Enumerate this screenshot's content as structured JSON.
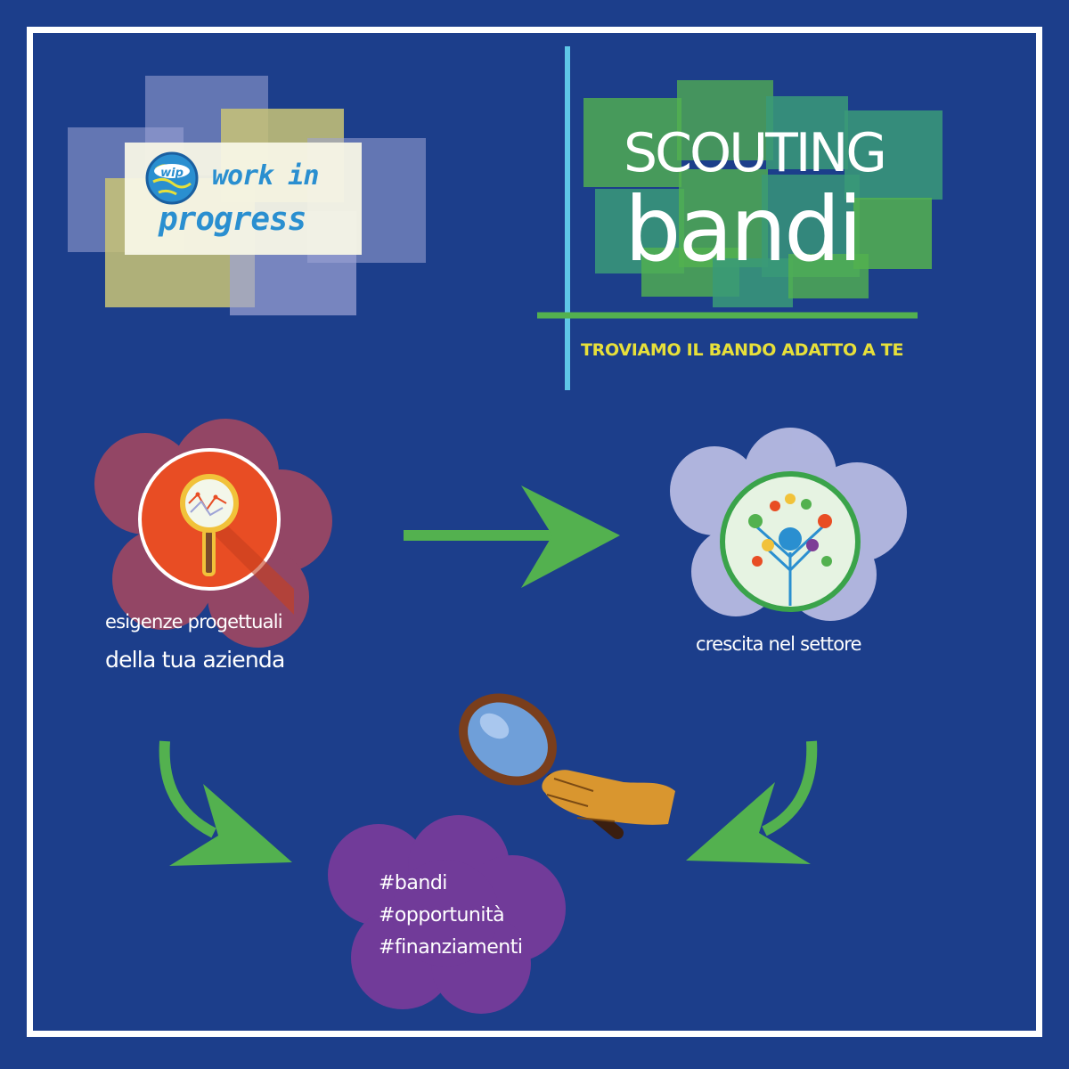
{
  "logo": {
    "line1": "work in",
    "line2": "progress",
    "badge": "wip"
  },
  "headline": {
    "word1": "SCOUTING",
    "word2": "bandi",
    "tagline": "TROVIAMO IL BANDO ADATTO A TE"
  },
  "diagram": {
    "nodes": [
      {
        "id": "needs",
        "label_line1": "esigenze progettuali",
        "label_line2": "della tua azienda",
        "icon": "magnifier-chart-icon",
        "color": "#b5495b"
      },
      {
        "id": "growth",
        "label": "crescita nel settore",
        "icon": "knowledge-tree-icon",
        "color": "#c9c9ec"
      },
      {
        "id": "funding",
        "hashtags": [
          "#bandi",
          "#opportunità",
          "#finanziamenti"
        ],
        "icon": "hand-magnifier-icon",
        "color": "#7d3d96"
      }
    ],
    "edges": [
      {
        "from": "needs",
        "to": "growth"
      },
      {
        "from": "needs",
        "to": "funding"
      },
      {
        "from": "growth",
        "to": "funding"
      }
    ]
  },
  "colors": {
    "background": "#1c3e8b",
    "frame": "#ffffff",
    "arrow": "#53b14f",
    "tagline": "#e7e03a",
    "divider": "#5ec7e8",
    "underline": "#53b14f"
  }
}
